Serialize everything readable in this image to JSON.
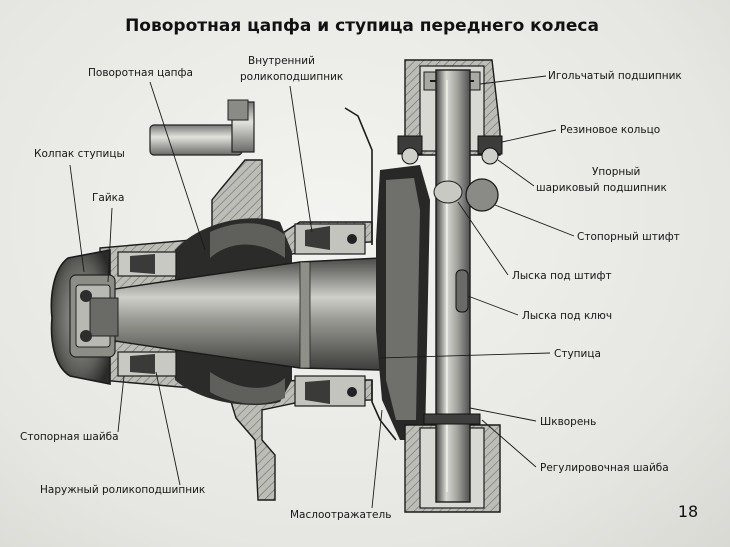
{
  "title": "Поворотная цапфа и ступица переднего колеса",
  "page_number": "18",
  "labels": {
    "knuckle": "Поворотная цапфа",
    "inner_bearing_1": "Внутренний",
    "inner_bearing_2": "роликоподшипник",
    "hub_cap": "Колпак ступицы",
    "nut": "Гайка",
    "lock_washer": "Стопорная шайба",
    "outer_bearing": "Наружный роликоподшипник",
    "oil_deflector": "Маслоотражатель",
    "needle_bearing": "Игольчатый подшипник",
    "rubber_ring": "Резиновое кольцо",
    "thrust_bearing_1": "Упорный",
    "thrust_bearing_2": "шариковый подшипник",
    "lock_pin": "Стопорный штифт",
    "pin_flat": "Лыска под штифт",
    "key_flat": "Лыска под ключ",
    "hub": "Ступица",
    "kingpin": "Шкворень",
    "shim": "Регулировочная шайба"
  }
}
